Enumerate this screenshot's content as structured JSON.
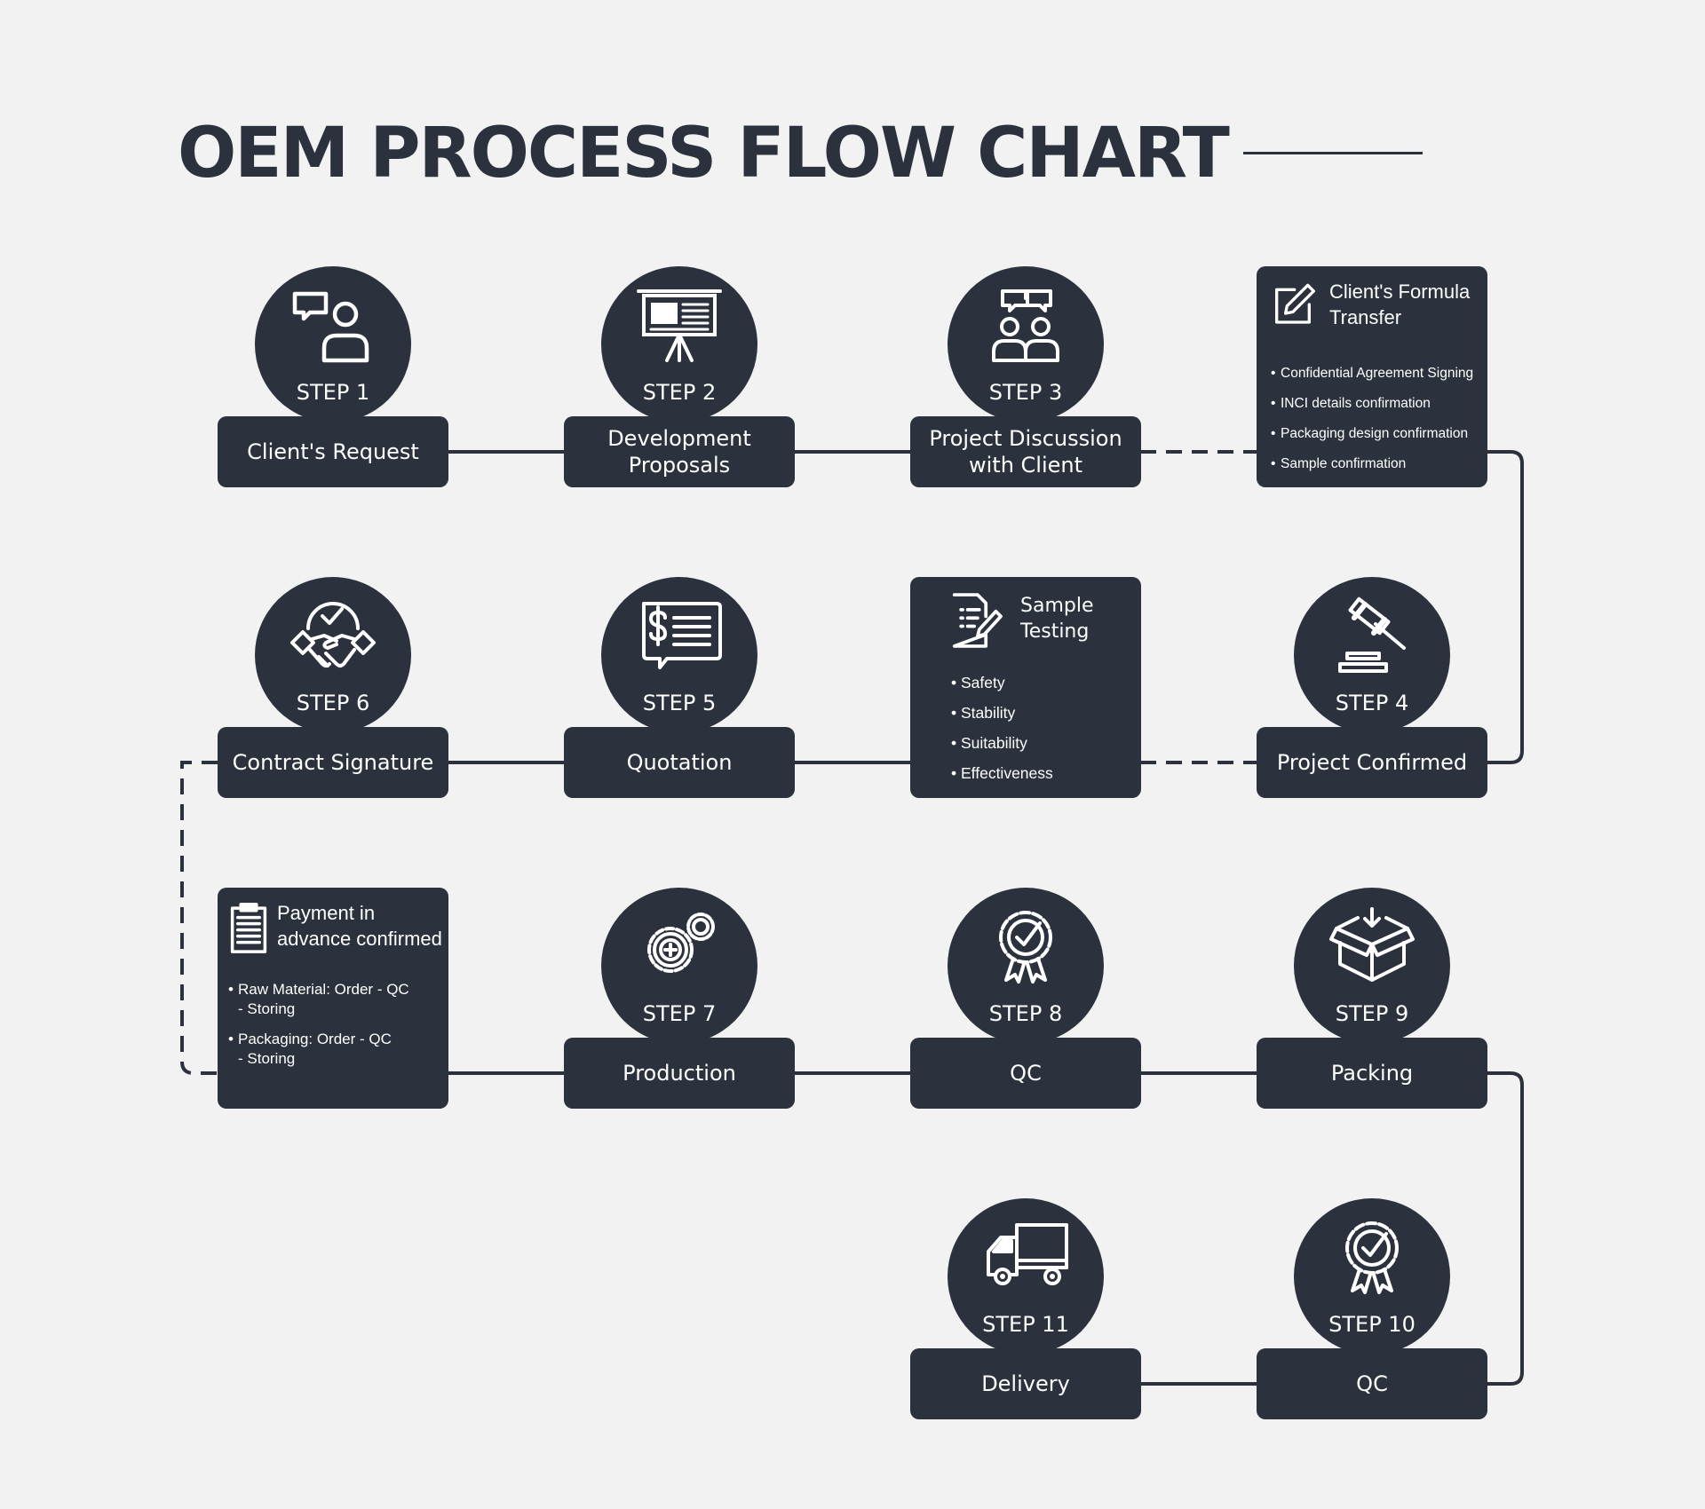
{
  "title": "OEM PROCESS FLOW CHART",
  "colors": {
    "background": "#f2f2f2",
    "node": "#2b323d",
    "text": "#ffffff"
  },
  "steps": [
    {
      "step": "STEP 1",
      "label": "Client's Request",
      "icon": "consultation-icon"
    },
    {
      "step": "STEP 2",
      "label": "Development\nProposals",
      "icon": "presentation-board-icon"
    },
    {
      "step": "STEP 3",
      "label": "Project Discussion\nwith Client",
      "icon": "discussion-icon"
    },
    {
      "step": "STEP 4",
      "label": "Project Confirmed",
      "icon": "gavel-icon"
    },
    {
      "step": "STEP 5",
      "label": "Quotation",
      "icon": "quotation-bubble-icon"
    },
    {
      "step": "STEP 6",
      "label": "Contract Signature",
      "icon": "handshake-icon"
    },
    {
      "step": "STEP 7",
      "label": "Production",
      "icon": "gears-icon"
    },
    {
      "step": "STEP 8",
      "label": "QC",
      "icon": "quality-badge-icon"
    },
    {
      "step": "STEP 9",
      "label": "Packing",
      "icon": "package-box-icon"
    },
    {
      "step": "STEP 10",
      "label": "QC",
      "icon": "quality-badge-icon"
    },
    {
      "step": "STEP 11",
      "label": "Delivery",
      "icon": "delivery-truck-icon"
    }
  ],
  "cards": {
    "formula_transfer": {
      "title": "Client's Formula\nTransfer",
      "icon": "edit-document-icon",
      "items": [
        "Confidential Agreement Signing",
        "INCI details confirmation",
        "Packaging design confirmation",
        "Sample confirmation"
      ]
    },
    "sample_testing": {
      "title": "Sample\nTesting",
      "icon": "document-pen-icon",
      "items": [
        "Safety",
        "Stability",
        "Suitability",
        "Effectiveness"
      ]
    },
    "payment": {
      "title": "Payment in\nadvance confirmed",
      "icon": "clipboard-icon",
      "items": [
        "Raw Material: Order - QC\n- Storing",
        "Packaging: Order - QC\n- Storing"
      ]
    }
  }
}
